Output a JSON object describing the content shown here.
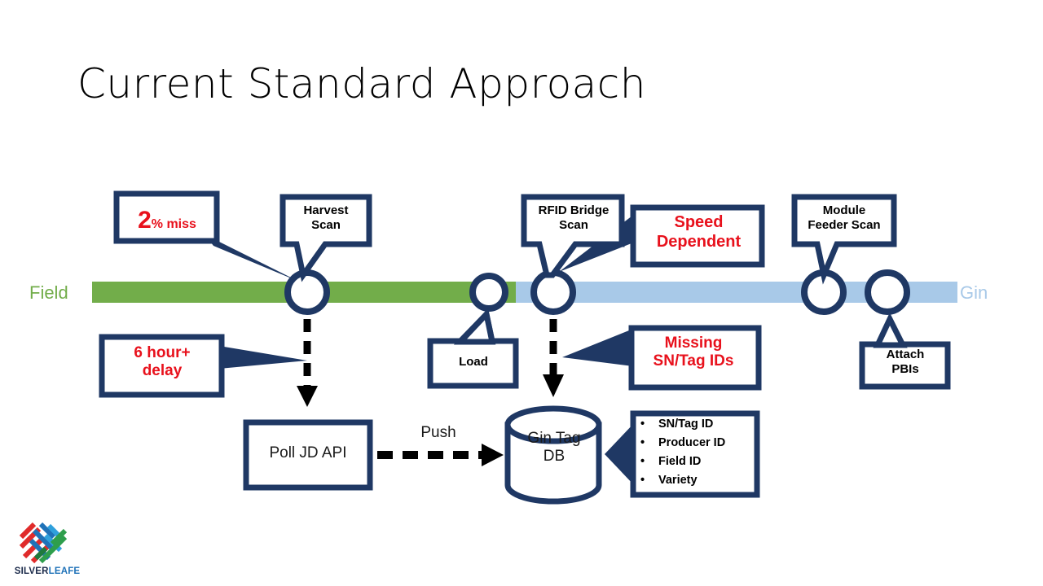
{
  "slide": {
    "title": "Current Standard Approach",
    "background_color": "#ffffff"
  },
  "colors": {
    "navy": "#1f3864",
    "field_green": "#72ad4a",
    "gin_blue": "#a8c9e8",
    "alert_red": "#e8111c",
    "arrow_black": "#000000"
  },
  "timeline": {
    "start_label": "Field",
    "end_label": "Gin",
    "nodes": [
      {
        "name": "harvest-scan-node"
      },
      {
        "name": "load-node"
      },
      {
        "name": "rfid-bridge-node"
      },
      {
        "name": "module-feeder-node"
      },
      {
        "name": "attach-pbis-node"
      }
    ]
  },
  "callouts": {
    "pct_miss": {
      "value": "2",
      "suffix": "% miss"
    },
    "harvest_scan": "Harvest\nScan",
    "rfid_bridge_scan": "RFID Bridge\nScan",
    "speed_dependent": "Speed\nDependent",
    "module_feeder_scan": "Module\nFeeder Scan",
    "delay": "6 hour+\ndelay",
    "load": "Load",
    "missing_ids": "Missing\nSN/Tag IDs",
    "attach_pbis": "Attach\nPBIs"
  },
  "flow": {
    "poll_jd_api": "Poll JD API",
    "push_label": "Push",
    "gin_tag_db": "Gin Tag\nDB",
    "db_fields": [
      "SN/Tag ID",
      "Producer ID",
      "Field ID",
      "Variety"
    ],
    "bullet_glyph": "•"
  },
  "logo": {
    "word_primary": "SILVER",
    "word_secondary": "LEAFE"
  }
}
